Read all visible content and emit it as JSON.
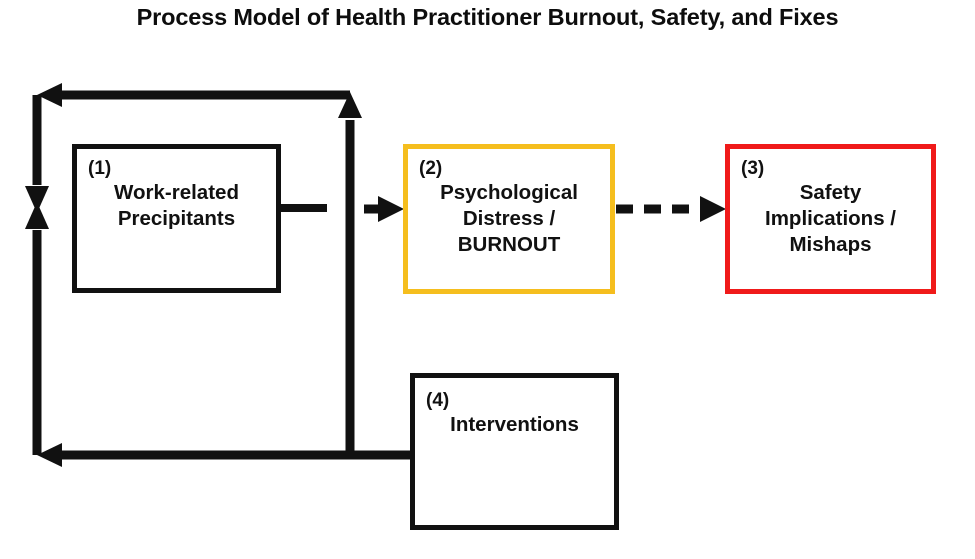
{
  "title": "Process Model of Health Practitioner Burnout, Safety, and Fixes",
  "colors": {
    "stroke": "#111111",
    "node2_border": "#f5be1e",
    "node3_border": "#f01a1a",
    "background": "#ffffff"
  },
  "nodes": [
    {
      "id": "1",
      "tag": "(1)",
      "label": "Work-related\nPrecipitants",
      "border_color": "#111111"
    },
    {
      "id": "2",
      "tag": "(2)",
      "label": "Psychological\nDistress /\nBURNOUT",
      "border_color": "#f5be1e"
    },
    {
      "id": "3",
      "tag": "(3)",
      "label": "Safety\nImplications /\nMishaps",
      "border_color": "#f01a1a"
    },
    {
      "id": "4",
      "tag": "(4)",
      "label": "Interventions",
      "border_color": "#111111"
    }
  ],
  "connectors": [
    {
      "name": "precipitants-to-burnout",
      "from": "1",
      "to": "2",
      "style": "solid",
      "arrowheads": "end"
    },
    {
      "name": "burnout-to-safety",
      "from": "2",
      "to": "3",
      "style": "dashed",
      "arrowheads": "end"
    },
    {
      "name": "feedback-loop-top",
      "from": "2",
      "to": "1",
      "style": "solid",
      "arrowheads": "both"
    },
    {
      "name": "interventions-feedback",
      "from": "4",
      "to": "1",
      "style": "solid",
      "arrowheads": "end"
    }
  ]
}
